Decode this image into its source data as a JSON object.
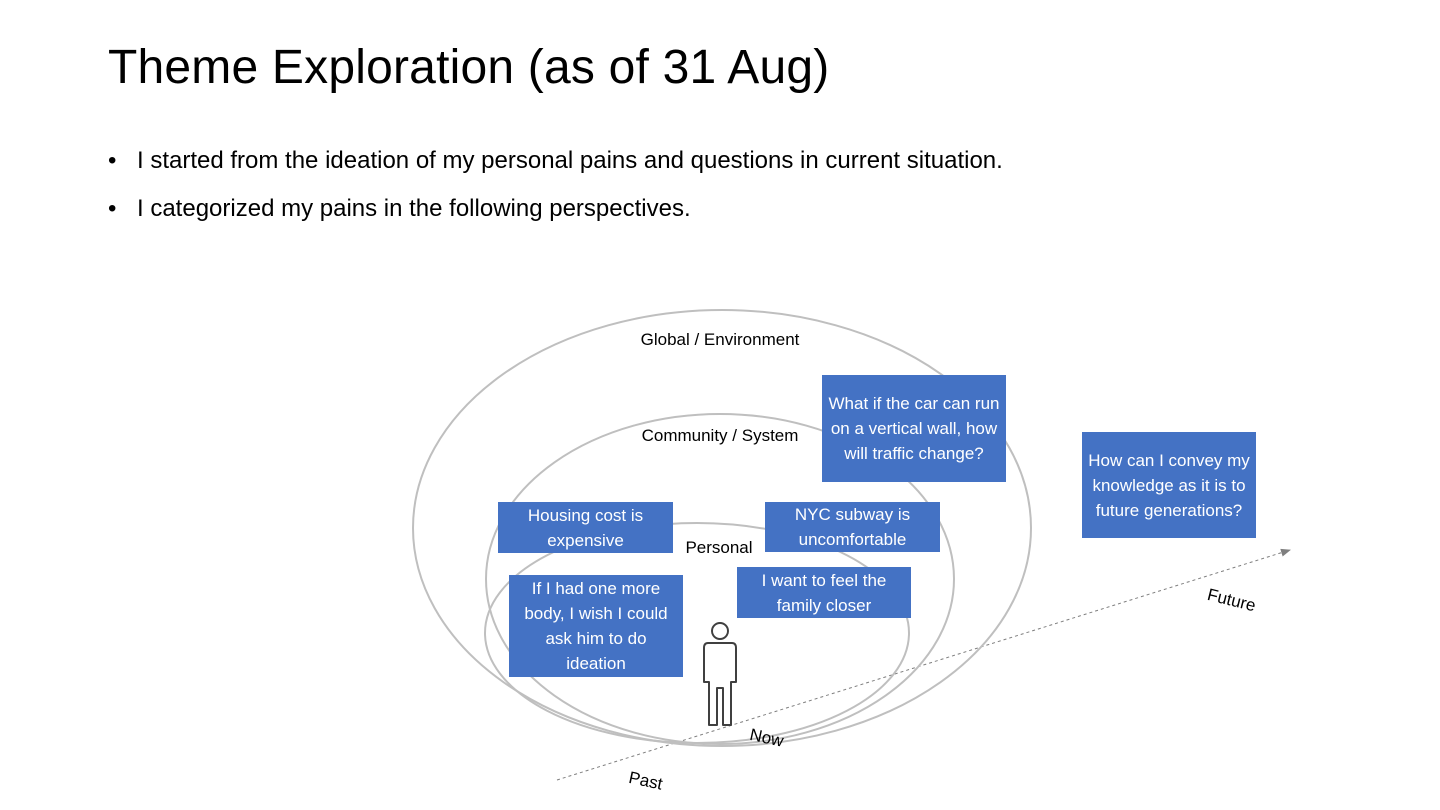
{
  "slide": {
    "title": "Theme Exploration (as of 31 Aug)",
    "bullets": [
      "I started from the ideation of my personal pains and questions in current situation.",
      "I categorized my pains in the following perspectives."
    ],
    "bullet_marker": "•"
  },
  "diagram": {
    "rings": {
      "global": "Global / Environment",
      "community": "Community / System",
      "personal": "Personal"
    },
    "timeline": {
      "past": "Past",
      "now": "Now",
      "future": "Future"
    },
    "boxes": {
      "housing": "Housing cost is expensive",
      "body": "If I had one more body, I wish I could ask him to do ideation",
      "subway": "NYC subway is uncomfortable",
      "family": "I want to feel the family closer",
      "car": "What if the car can run on a vertical wall, how will traffic change?",
      "knowledge": "How can I convey my knowledge as it is to future generations?"
    },
    "person_icon": "person-icon",
    "colors": {
      "box_fill": "#4472c4",
      "box_text": "#ffffff",
      "ring_stroke": "#bfbfbf",
      "arrow": "#7f7f7f"
    }
  }
}
